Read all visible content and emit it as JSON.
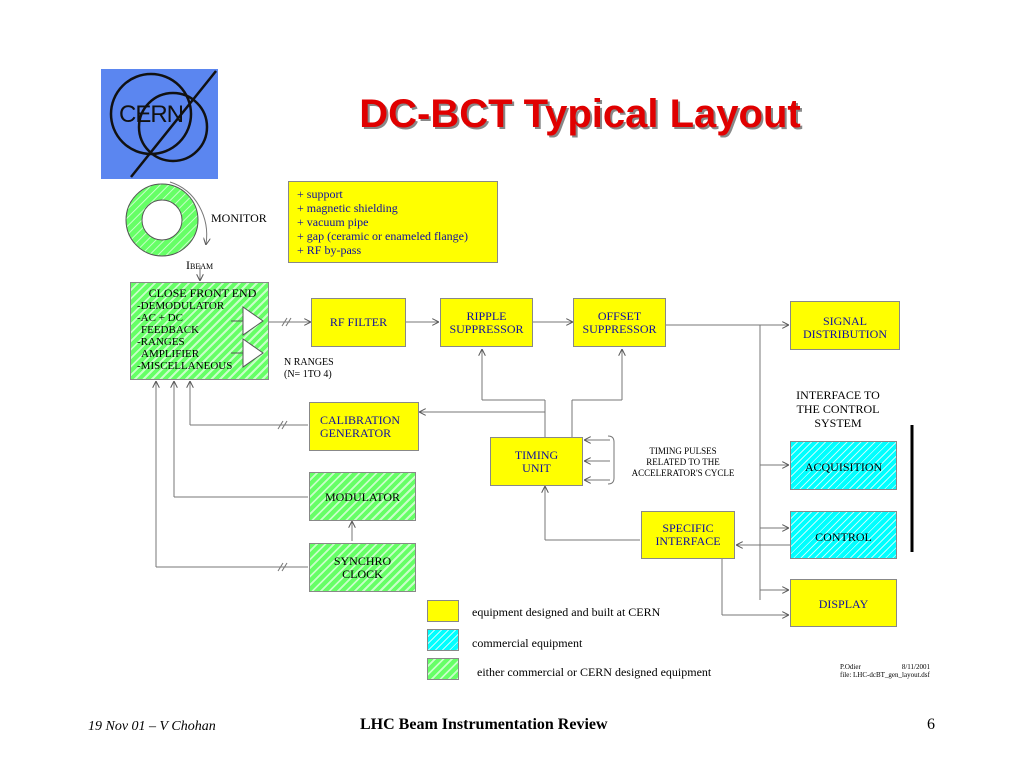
{
  "logo_text": "CERN",
  "title": "DC-BCT Typical Layout",
  "monitor_label": "MONITOR",
  "ibeam": {
    "main": "I",
    "sub": "BEAM"
  },
  "support_box": {
    "lines": [
      "+ support",
      "+ magnetic shielding",
      "+ vacuum pipe",
      "+ gap (ceramic or enameled flange)",
      "+ RF by-pass"
    ]
  },
  "front_end": {
    "title": "CLOSE FRONT END",
    "items": [
      "-DEMODULATOR",
      "-AC + DC",
      " FEEDBACK",
      "-RANGES",
      " AMPLIFIER",
      "-MISCELLANEOUS"
    ]
  },
  "n_ranges": [
    "N RANGES",
    "(N= 1TO 4)"
  ],
  "rf_filter": "RF FILTER",
  "ripple": [
    "RIPPLE",
    "SUPPRESSOR"
  ],
  "offset": [
    "OFFSET",
    "SUPPRESSOR"
  ],
  "signal_dist": [
    "SIGNAL",
    "DISTRIBUTION"
  ],
  "interface_label": [
    "INTERFACE TO",
    "THE CONTROL",
    "SYSTEM"
  ],
  "calibration": [
    "CALIBRATION",
    "GENERATOR"
  ],
  "timing_unit": [
    "TIMING",
    "UNIT"
  ],
  "timing_pulses": [
    "TIMING PULSES",
    "RELATED TO THE",
    "ACCELERATOR'S CYCLE"
  ],
  "acquisition": "ACQUISITION",
  "modulator": "MODULATOR",
  "specific_interface": [
    "SPECIFIC",
    "INTERFACE"
  ],
  "control": "CONTROL",
  "synchro_clock": [
    "SYNCHRO",
    "CLOCK"
  ],
  "display": "DISPLAY",
  "legend": [
    {
      "label": "equipment designed and built at CERN",
      "color": "#ffff00"
    },
    {
      "label": "commercial equipment",
      "color": "#00ffff"
    },
    {
      "label": "either commercial or CERN designed equipment",
      "color": "#66ff66"
    }
  ],
  "author_note": {
    "line1_left": "P.Odier",
    "line1_right": "8/11/2001",
    "line2": "file: LHC-dcBT_gen_layout.dsf"
  },
  "footer": {
    "left": "19 Nov 01 – V Chohan",
    "center": "LHC Beam Instrumentation Review",
    "right": "6"
  }
}
